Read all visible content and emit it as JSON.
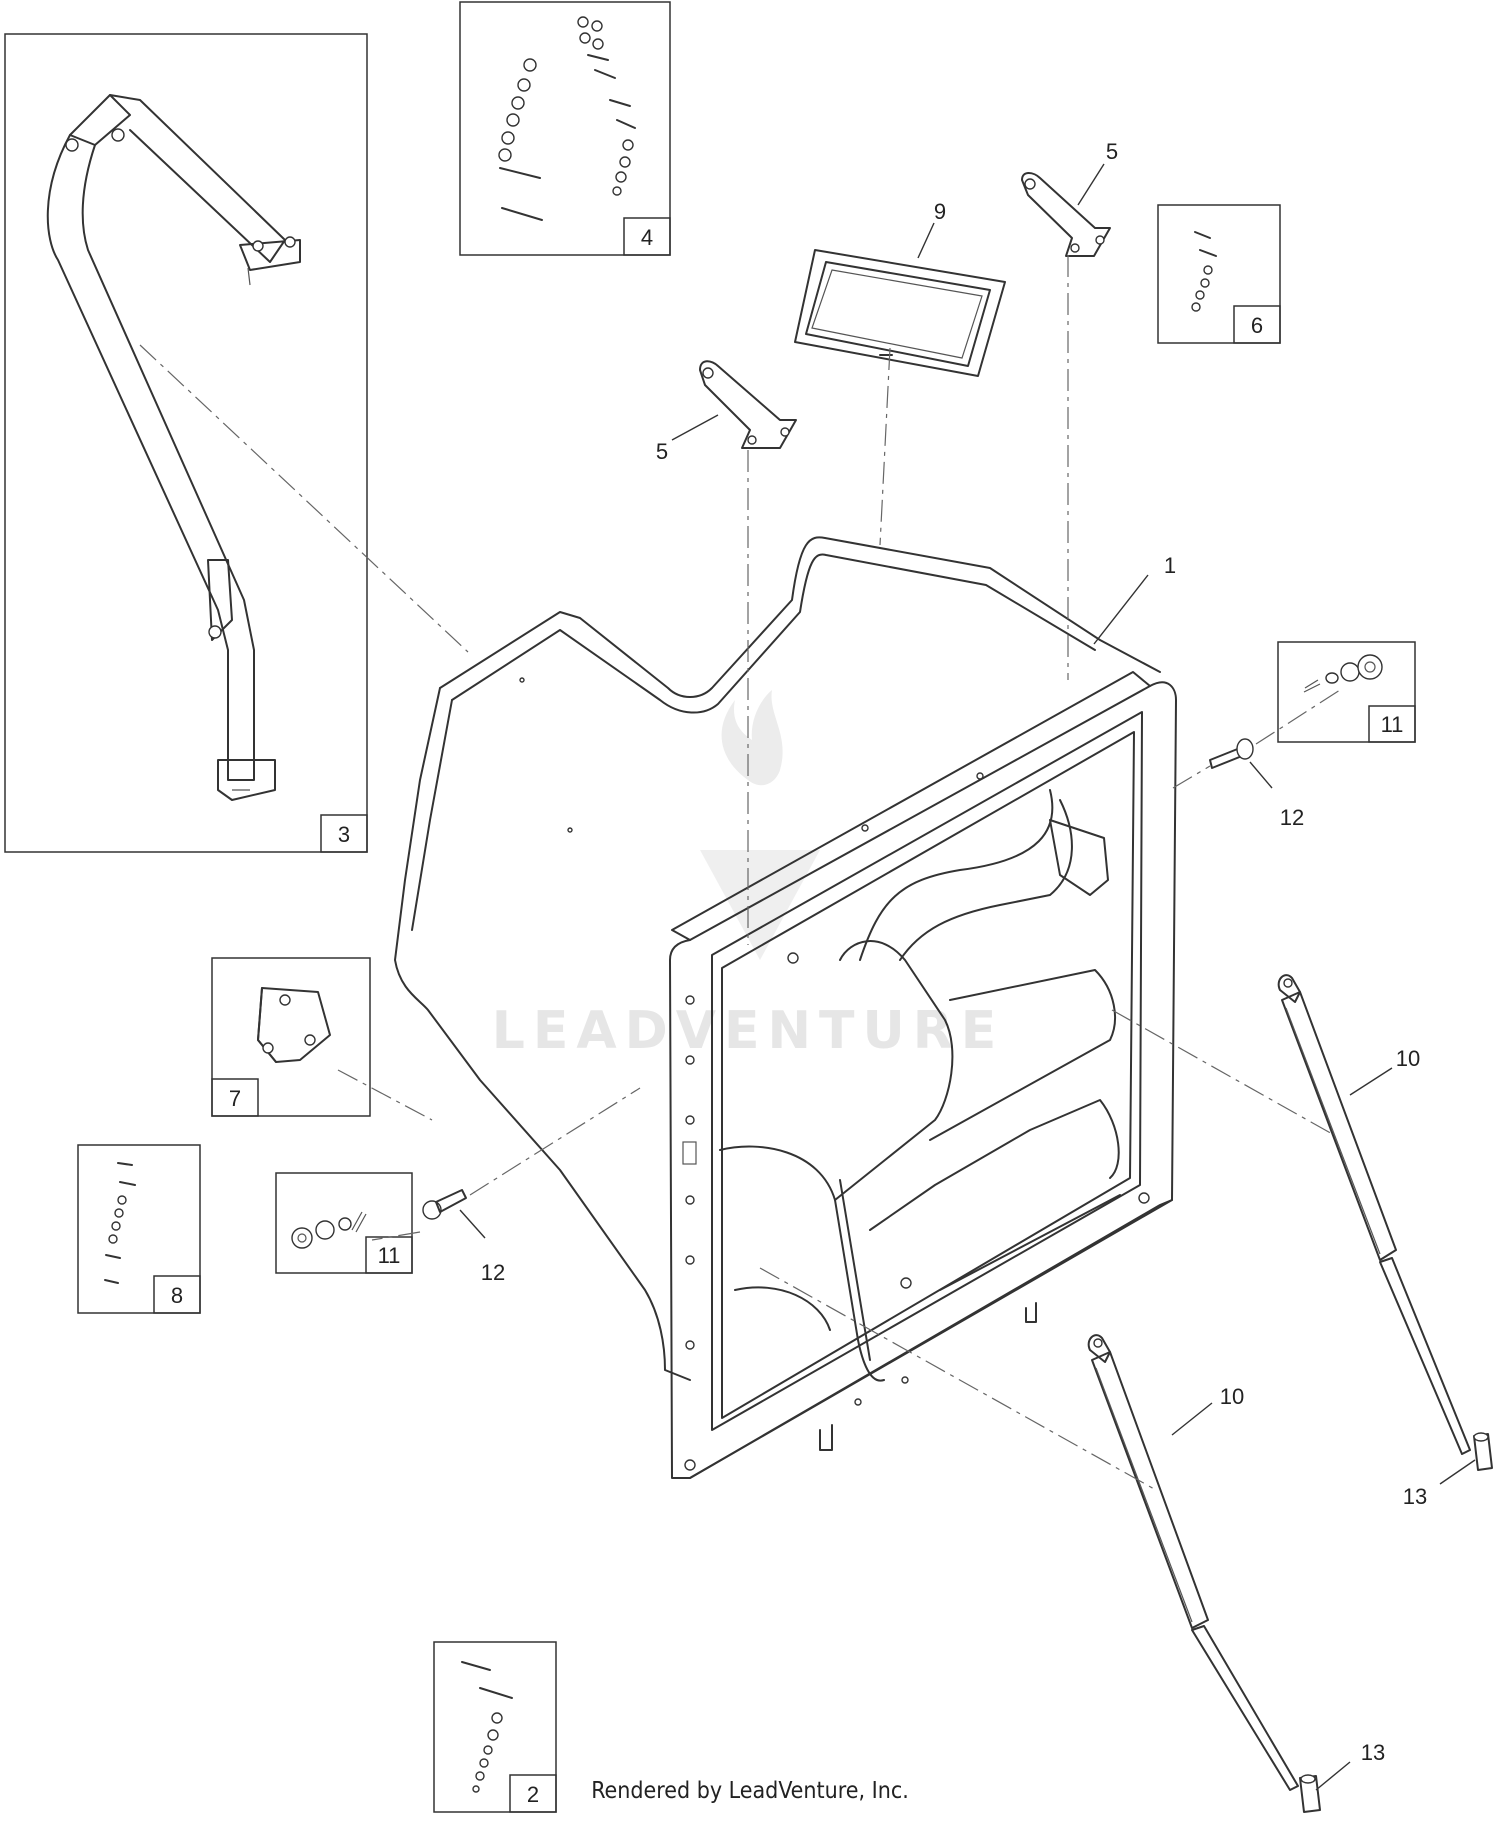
{
  "watermark": "LEADVENTURE",
  "footer": "Rendered by LeadVenture, Inc.",
  "callouts": {
    "c1": "1",
    "c5a": "5",
    "c5b": "5",
    "c9": "9",
    "c10a": "10",
    "c10b": "10",
    "c12a": "12",
    "c12b": "12",
    "c13a": "13",
    "c13b": "13"
  },
  "kit_boxes": {
    "k2": "2",
    "k3": "3",
    "k4": "4",
    "k6": "6",
    "k7": "7",
    "k8": "8",
    "k11a": "11",
    "k11b": "11"
  }
}
